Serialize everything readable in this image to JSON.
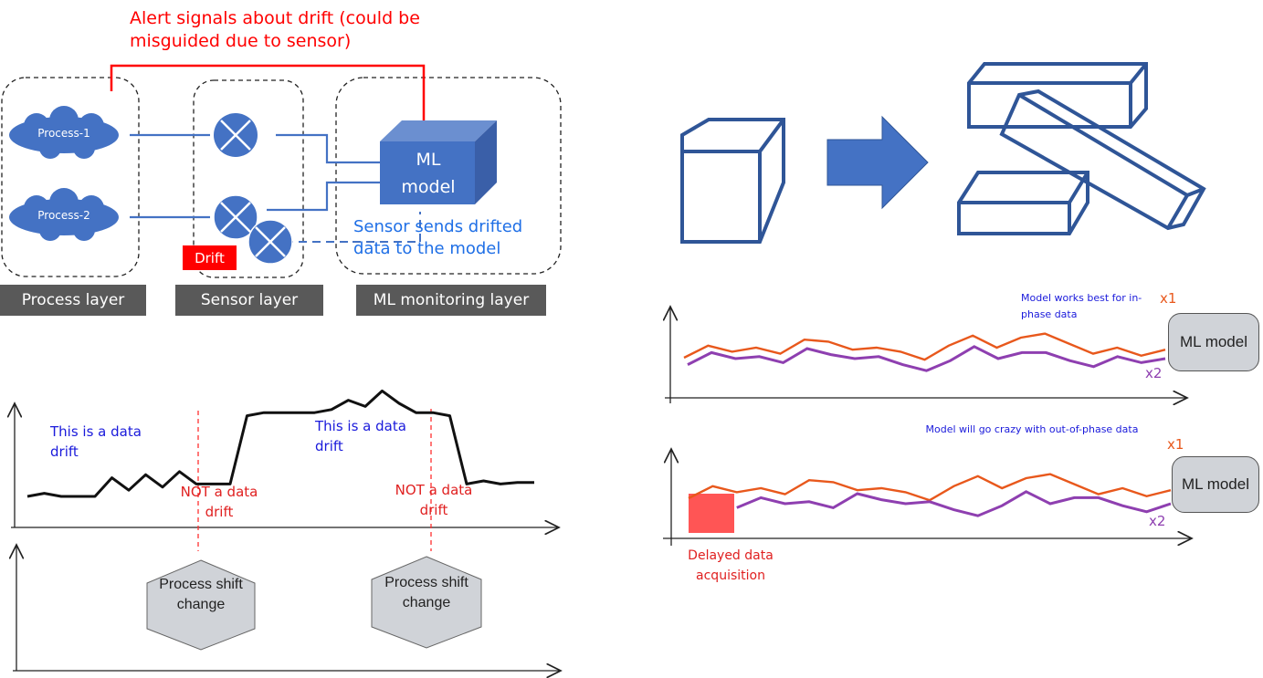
{
  "top_left_diagram": {
    "alert_text": "Alert signals about drift (could be misguided due to sensor)",
    "process_nodes": [
      "Process-1",
      "Process-2"
    ],
    "ml_model_label_line1": "ML",
    "ml_model_label_line2": "model",
    "drift_badge": "Drift",
    "sensor_note": "Sensor sends drifted data to the model",
    "layers": [
      "Process layer",
      "Sensor layer",
      "ML monitoring layer"
    ],
    "colors": {
      "alert": "#ff0000",
      "node": "#4472c4",
      "layer_label_bg": "#595959",
      "drift_badge": "#ff0000"
    }
  },
  "top_right_diagram": {
    "description": "single block transforms into several blocks",
    "arrow": "right-arrow",
    "color": "#2f5597"
  },
  "bottom_left_chart": {
    "annotations": {
      "drift_left": "This is a data drift",
      "drift_right": "This is a data drift",
      "not_drift_left": "NOT a data drift",
      "not_drift_right": "NOT a data drift"
    },
    "events": [
      "Process shift change",
      "Process shift change"
    ]
  },
  "right_charts": {
    "in_phase": {
      "note": "Model works best for in-phase data",
      "series_labels": [
        "x1",
        "x2"
      ],
      "model_label": "ML model"
    },
    "out_of_phase": {
      "note": "Model will go crazy with out-of-phase data",
      "series_labels": [
        "x1",
        "x2"
      ],
      "model_label": "ML model",
      "delay_label": "Delayed data acquisition"
    },
    "colors": {
      "x1": "#e8581c",
      "x2": "#8e3fb0",
      "delay": "#ff5555"
    }
  },
  "chart_data": [
    {
      "type": "line",
      "title": "",
      "xlabel": "",
      "ylabel": "",
      "x": [
        0,
        1,
        2,
        3,
        4,
        5,
        6,
        7,
        8,
        9,
        10,
        11,
        12,
        13,
        14,
        15,
        16,
        17,
        18,
        19,
        20,
        21,
        22,
        23,
        24,
        25,
        26,
        27,
        28,
        29,
        30
      ],
      "series": [
        {
          "name": "signal",
          "values": [
            1.0,
            1.1,
            1.0,
            1.0,
            1.0,
            1.6,
            1.2,
            1.7,
            1.3,
            1.8,
            1.4,
            1.4,
            1.4,
            3.6,
            3.7,
            3.7,
            3.7,
            3.7,
            3.8,
            4.1,
            3.9,
            4.4,
            4.0,
            3.7,
            3.7,
            3.6,
            1.4,
            1.5,
            1.4,
            1.45,
            1.45
          ]
        }
      ],
      "annotations": [
        "This is a data drift",
        "NOT a data drift",
        "This is a data drift",
        "NOT a data drift"
      ],
      "events": [
        {
          "x": 12,
          "label": "Process shift change"
        },
        {
          "x": 25,
          "label": "Process shift change"
        }
      ]
    },
    {
      "type": "line",
      "title": "Model works best for in-phase data",
      "x": [
        0,
        1,
        2,
        3,
        4,
        5,
        6,
        7,
        8,
        9,
        10,
        11,
        12,
        13,
        14,
        15,
        16,
        17,
        18,
        19,
        20
      ],
      "series": [
        {
          "name": "x1",
          "values": [
            2.0,
            2.6,
            2.3,
            2.5,
            2.2,
            2.9,
            2.8,
            2.4,
            2.5,
            2.3,
            1.9,
            2.6,
            3.1,
            2.5,
            3.0,
            3.2,
            2.7,
            2.2,
            2.5,
            2.1,
            2.4
          ]
        },
        {
          "name": "x2",
          "values": [
            1.2,
            1.8,
            1.5,
            1.6,
            1.3,
            2.0,
            1.7,
            1.5,
            1.6,
            1.2,
            0.9,
            1.4,
            2.1,
            1.5,
            1.8,
            1.8,
            1.4,
            1.1,
            1.6,
            1.3,
            1.5
          ]
        }
      ]
    },
    {
      "type": "line",
      "title": "Model will go crazy with out-of-phase data",
      "x": [
        0,
        1,
        2,
        3,
        4,
        5,
        6,
        7,
        8,
        9,
        10,
        11,
        12,
        13,
        14,
        15,
        16,
        17,
        18,
        19,
        20
      ],
      "series": [
        {
          "name": "x1",
          "values": [
            2.0,
            2.6,
            2.3,
            2.5,
            2.2,
            2.9,
            2.8,
            2.4,
            2.5,
            2.3,
            1.9,
            2.6,
            3.1,
            2.5,
            3.0,
            3.2,
            2.7,
            2.2,
            2.5,
            2.1,
            2.4
          ]
        },
        {
          "name": "x2",
          "values": [
            null,
            null,
            1.3,
            1.8,
            1.5,
            1.6,
            1.3,
            2.0,
            1.7,
            1.5,
            1.6,
            1.2,
            0.9,
            1.4,
            2.1,
            1.5,
            1.8,
            1.8,
            1.4,
            1.1,
            1.5
          ]
        }
      ],
      "annotations": [
        "Delayed data acquisition"
      ]
    }
  ]
}
